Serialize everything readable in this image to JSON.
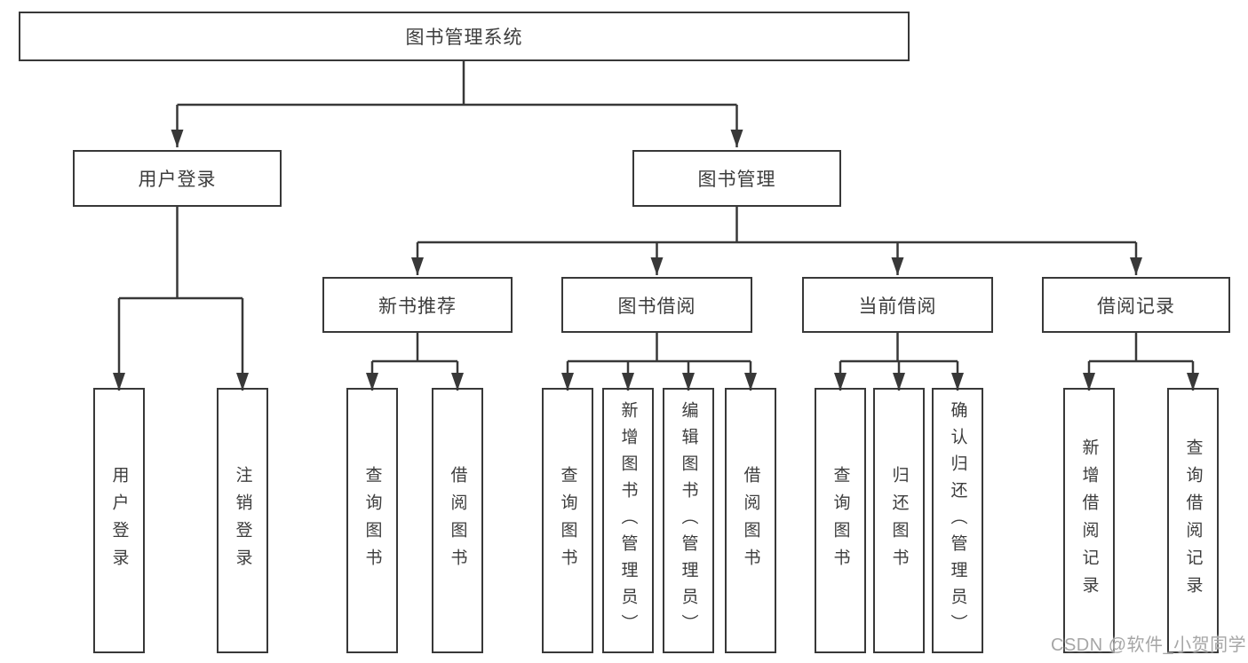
{
  "diagram_title": "图书管理系统",
  "colors": {
    "background": "#ffffff",
    "line": "#383838",
    "box_border": "#383838",
    "label_text": "#3d3d3d",
    "watermark_gray": "#969696"
  },
  "tree": {
    "root": {
      "label": "图书管理系统"
    },
    "branches": [
      {
        "label": "用户登录",
        "children": [
          {
            "label": "用户登录"
          },
          {
            "label": "注销登录"
          }
        ]
      },
      {
        "label": "图书管理",
        "children": [
          {
            "label": "新书推荐",
            "children": [
              {
                "label": "查询图书"
              },
              {
                "label": "借阅图书"
              }
            ]
          },
          {
            "label": "图书借阅",
            "children": [
              {
                "label": "查询图书"
              },
              {
                "label": "新增图书（管理员）"
              },
              {
                "label": "编辑图书（管理员）"
              },
              {
                "label": "借阅图书"
              }
            ]
          },
          {
            "label": "当前借阅",
            "children": [
              {
                "label": "查询图书"
              },
              {
                "label": "归还图书"
              },
              {
                "label": "确认归还（管理员）"
              }
            ]
          },
          {
            "label": "借阅记录",
            "children": [
              {
                "label": "新增借阅记录"
              },
              {
                "label": "查询借阅记录"
              }
            ]
          }
        ]
      }
    ]
  },
  "watermark": {
    "text": "CSDN @软件_小贺同学"
  }
}
